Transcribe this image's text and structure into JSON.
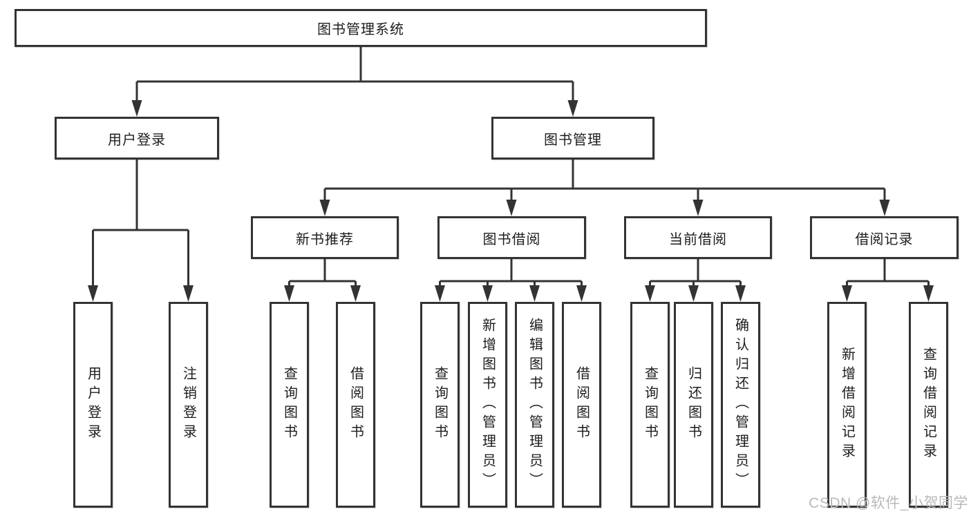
{
  "nodes": {
    "root": "图书管理系统",
    "level2": {
      "user_login": "用户登录",
      "book_mgmt": "图书管理"
    },
    "level3": {
      "new_rec": "新书推荐",
      "borrow": "图书借阅",
      "current": "当前借阅",
      "records": "借阅记录"
    },
    "leaves": {
      "login": "用户登录",
      "logout": "注销登录",
      "rec_query": "查询图书",
      "rec_borrow": "借阅图书",
      "bb_query": "查询图书",
      "bb_add": "新增图书（管理员）",
      "bb_edit": "编辑图书（管理员）",
      "bb_borrow": "借阅图书",
      "cb_query": "查询图书",
      "cb_return": "归还图书",
      "cb_confirm": "确认归还（管理员）",
      "br_add": "新增借阅记录",
      "br_query": "查询借阅记录"
    }
  },
  "watermark": "CSDN @软件_小贺同学",
  "colors": {
    "line": "#333333",
    "text": "#1d1d1d",
    "background": "#ffffff",
    "watermark": "#b9b9b9"
  }
}
